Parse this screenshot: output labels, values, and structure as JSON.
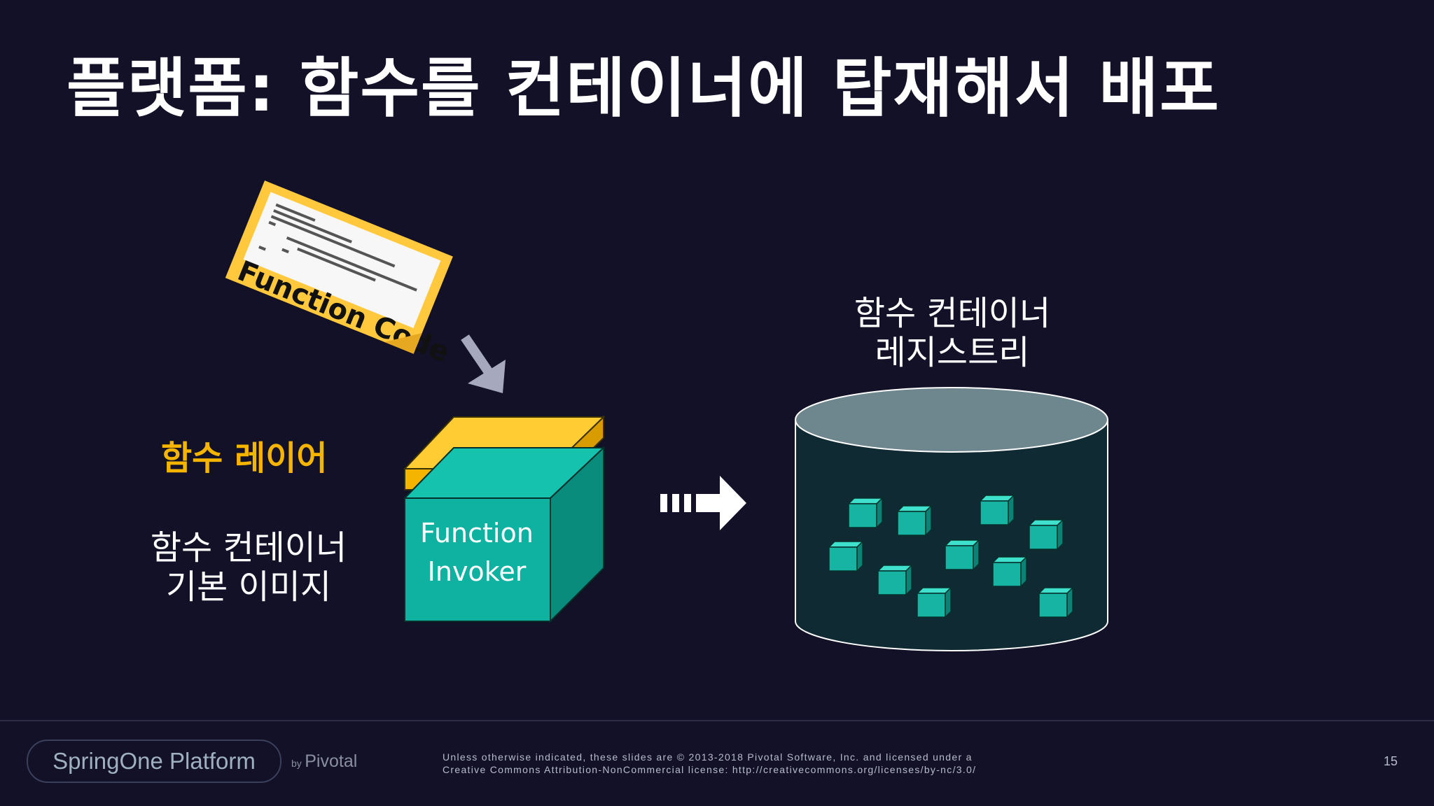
{
  "slide": {
    "title": "플랫폼: 함수를 컨테이너에 탑재해서 배포",
    "function_code_label": "Function Code",
    "function_layer_label": "함수 레이어",
    "base_image_line1": "함수 컨테이너",
    "base_image_line2": "기본 이미지",
    "invoker_line1": "Function",
    "invoker_line2": "Invoker",
    "registry_line1": "함수 컨테이너",
    "registry_line2": "레지스트리"
  },
  "footer": {
    "logo": "SpringOne Platform",
    "by": "by",
    "brand": "Pivotal",
    "license_line1": "Unless otherwise indicated, these slides are © 2013-2018 Pivotal Software, Inc. and licensed under a",
    "license_line2": "Creative Commons Attribution-NonCommercial license: http://creativecommons.org/licenses/by-nc/3.0/",
    "page_number": "15"
  },
  "colors": {
    "background": "#121127",
    "layer_yellow": "#f4b400",
    "invoker_teal": "#0fb2a0",
    "registry_dark": "#0f2a33",
    "cube_teal": "#17b3a3"
  }
}
